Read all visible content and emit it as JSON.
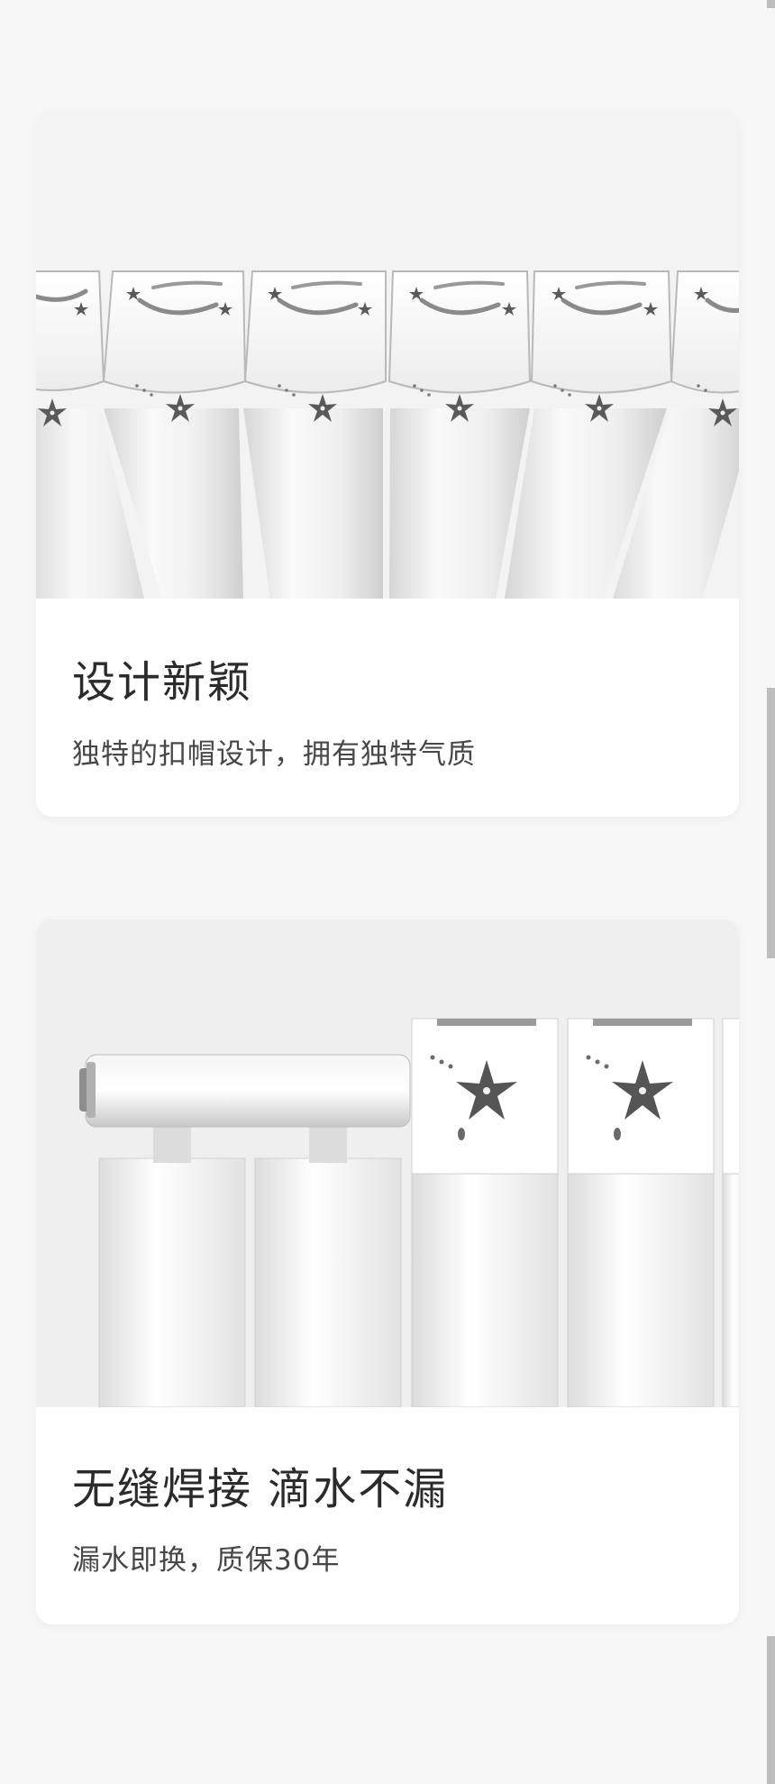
{
  "features": [
    {
      "title": "设计新颖",
      "subtitle": "独特的扣帽设计，拥有独特气质",
      "image": "radiator-caps-closeup"
    },
    {
      "title": "无缝焊接 滴水不漏",
      "subtitle": "漏水即换，质保30年",
      "image": "radiator-pipe-joint"
    }
  ],
  "colors": {
    "page_background": "#f7f7f7",
    "card_background": "#ffffff",
    "title_text": "#2b2b2b",
    "subtitle_text": "#474747",
    "scrollbar": "#bdbdbd"
  }
}
